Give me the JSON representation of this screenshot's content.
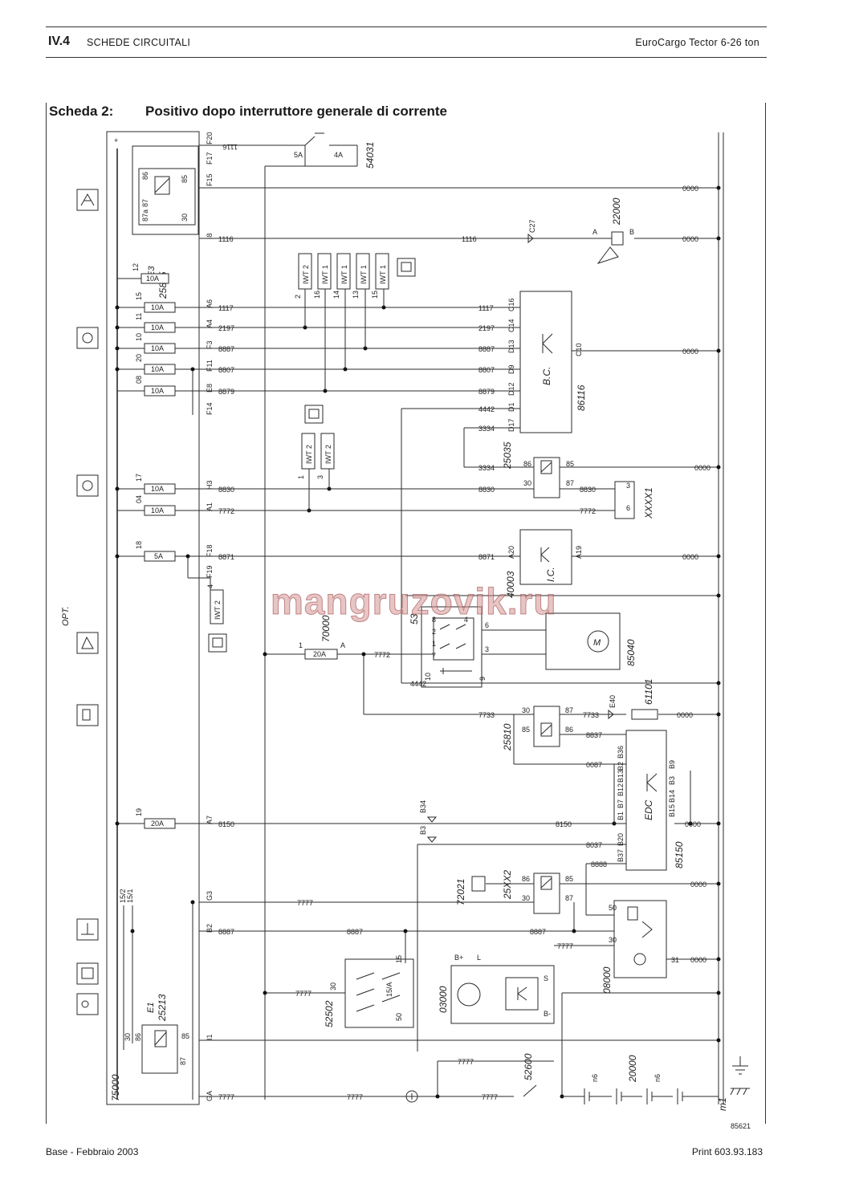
{
  "header": {
    "section": "IV.4",
    "title": "SCHEDE CIRCUITALI",
    "model": "EuroCargo Tector 6-26 ton"
  },
  "sheet": {
    "label": "Scheda 2:",
    "title": "Positivo dopo interruttore generale di corrente"
  },
  "footer": {
    "left": "Base - Febbraio 2003",
    "right": "Print 603.93.183"
  },
  "watermark": "mangruzovik.ru",
  "diagram": {
    "drawing_number": "85621",
    "symbols": {
      "plus": "+",
      "ground": "m1"
    },
    "main_box": {
      "code": "75000",
      "opt": "OPT."
    },
    "icons": [
      "heater-switch-icon",
      "lamp-icon",
      "lamp-icon",
      "mirror-icon",
      "fuel-icon",
      "dashboard-icon",
      "key-icon"
    ],
    "relays": {
      "r25805": {
        "code": "25805",
        "fuse_e": "E3",
        "pins": [
          "86",
          "87",
          "87a",
          "30",
          "85"
        ]
      },
      "r25213": {
        "code": "25213",
        "fuse_e": "E1",
        "pins": [
          "86",
          "30",
          "87",
          "85"
        ]
      },
      "r25035": {
        "code": "25035",
        "pins": [
          "86",
          "85",
          "30",
          "87"
        ]
      },
      "r25810": {
        "code": "25810",
        "pins": [
          "30",
          "87",
          "85",
          "86"
        ]
      },
      "r25xx2": {
        "code": "25XX2",
        "pins": [
          "86",
          "85",
          "30",
          "87"
        ]
      }
    },
    "fuses": [
      {
        "num": "12",
        "rating": "10A"
      },
      {
        "num": "15",
        "rating": "10A"
      },
      {
        "num": "11",
        "rating": "10A"
      },
      {
        "num": "10",
        "rating": "10A"
      },
      {
        "num": "20",
        "rating": "10A"
      },
      {
        "num": "08",
        "rating": "10A"
      },
      {
        "num": "17",
        "rating": "10A"
      },
      {
        "num": "04",
        "rating": "10A"
      },
      {
        "num": "18",
        "rating": "5A"
      },
      {
        "num": "19",
        "rating": "20A"
      }
    ],
    "fuse_70000": {
      "num": "1",
      "rating": "20A",
      "pin": "A",
      "code": "70000"
    },
    "connector_pins": [
      "F20",
      "F17",
      "F15",
      "I8",
      "A6",
      "A4",
      "F3",
      "F11",
      "E8",
      "F14",
      "H3",
      "A1",
      "F18",
      "F19",
      "A7",
      "G3",
      "B2",
      "I1",
      "GA"
    ],
    "wires": {
      "w1116": "1116",
      "w0000": "0000",
      "w1117": "1117",
      "w2197": "2197",
      "w8887": "8887",
      "w8807": "8807",
      "w8879": "8879",
      "w4442": "4442",
      "w3334": "3334",
      "w8830": "8830",
      "w7772": "7772",
      "w8871": "8871",
      "w7772b": "7772",
      "w7733": "7733",
      "w8837": "8837",
      "w0087": "0087",
      "w8150": "8150",
      "w8037": "8037",
      "w8888": "8888",
      "w7777": "7777",
      "w8887b": "8887",
      "w7777b": "7777",
      "w0000_25": "0000",
      "w00002": "0000"
    },
    "bc": {
      "name": "B.C.",
      "code": "86116",
      "pins": [
        "C16",
        "C14",
        "D13",
        "D9",
        "D12",
        "D1",
        "D17",
        "C10"
      ]
    },
    "ic": {
      "name": "I.C.",
      "code": "40003",
      "pins": [
        "A20",
        "A19"
      ]
    },
    "edc": {
      "name": "EDC",
      "code": "85150",
      "pins": [
        "B36",
        "B2",
        "B13",
        "B12",
        "B7",
        "B1",
        "B20",
        "B37",
        "B9",
        "B3",
        "B14",
        "B15"
      ]
    },
    "switch_54031": {
      "code": "54031",
      "pins": [
        "5A",
        "4A"
      ]
    },
    "switch_53": {
      "code": "53",
      "pins": [
        "8",
        "2",
        "1",
        "7",
        "4",
        "6",
        "3",
        "10",
        "9"
      ]
    },
    "motor_85040": {
      "code": "85040",
      "symbol": "M"
    },
    "comp_22000": {
      "code": "22000",
      "pins": [
        "A",
        "B"
      ],
      "sensor": "C27"
    },
    "comp_xxxx1": {
      "code": "XXXX1",
      "pins": [
        "3",
        "6"
      ]
    },
    "comp_61101": {
      "code": "61101",
      "sensor": "E40"
    },
    "sensors": {
      "b34": "B34",
      "b3": "B3"
    },
    "comp_72021": {
      "code": "72021"
    },
    "comp_08000": {
      "code": "08000",
      "pins": [
        "50",
        "30",
        "31"
      ]
    },
    "comp_03000": {
      "code": "03000",
      "pins": [
        "B+",
        "L",
        "S",
        "B-"
      ]
    },
    "comp_52502": {
      "code": "52502",
      "pins": [
        "30",
        "15/A",
        "15",
        "50"
      ]
    },
    "comp_52600": {
      "code": "52600"
    },
    "battery": {
      "code": "20000",
      "cells": [
        "n6",
        "n6"
      ]
    },
    "ign_pins": [
      "15/2",
      "15/1"
    ],
    "iwt_groups": {
      "g1": [
        "IWT 2",
        "IWT 1",
        "IWT 1",
        "IWT 1",
        "IWT 1"
      ],
      "g1_pins": [
        "2",
        "16",
        "14",
        "13",
        "15"
      ],
      "g2": [
        "IWT 2",
        "IWT 2"
      ],
      "g2_pins": [
        "1",
        "3"
      ],
      "g3": [
        "IWT 2"
      ],
      "g3_pins": [
        "4"
      ]
    }
  }
}
